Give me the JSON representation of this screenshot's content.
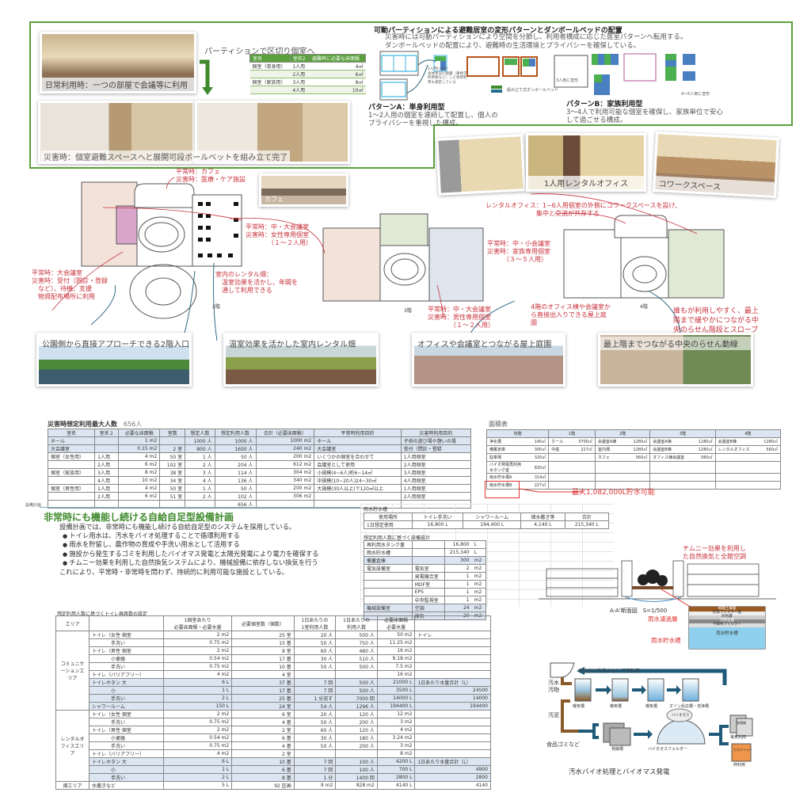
{
  "top": {
    "photo1_caption": "日常利用時：一つの部屋で会議等に利用",
    "photo23_caption": "災害時：個室避難スペースへと展開可段ボールベットを組み立て完了",
    "partition_label": "パーティションで区切り個室へ",
    "room_table": {
      "headers": [
        "室名",
        "室名2",
        "避難時に必要な床面積"
      ],
      "rows": [
        [
          "個室（単身用）",
          "1人用",
          "4㎡"
        ],
        [
          "",
          "2人用",
          "6㎡"
        ],
        [
          "個室（家族用）",
          "3人用",
          "8㎡"
        ],
        [
          "",
          "4人用",
          "10㎡"
        ]
      ]
    },
    "title": "可動パーティションによる避難居室の変形パターンとダンボールベッドの配置",
    "desc": [
      "災害時には可動パーティションにより空間を分節し、利用者構成に応じた居室パターンへ転用する。",
      "ダンボールベッドの配置により、避難時の生活環境とプライバシーを確保している。"
    ],
    "diagram_notes": {
      "a2": "2人用に変形\n身体状況に配慮（車椅子\n利用者など）した専用利\n用も想定している",
      "legend": "組み立て式ダンボールベッド",
      "b3": "3人用に変形",
      "b45": "4～5人用に変形"
    },
    "pattern_a": {
      "title": "パターンA：単身利用型",
      "desc": "1～2人用の個室を連続して配置し、個人の\nプライバシーを重視した構成。"
    },
    "pattern_b": {
      "title": "パターンB：家族利用型",
      "desc": "3～4人で利用可能な個室を確保し、家族単位で安心\nして過ごせる構成。"
    }
  },
  "photos_mid": {
    "office": "1人用レンタルオフィス",
    "cowork": "コワークスペース",
    "cafe": "カフェ"
  },
  "plans": {
    "floor2": "2階",
    "floor3": "3階",
    "floor4": "4階",
    "notes": {
      "cafe": "平常時：カフェ\n災害時：医療・ケア施設",
      "hall": "平常時：大会議室\n災害時：受付（問診・登録\n　など）、待機、支援\n　物資配布場所に利用",
      "farm": "室内のレンタル畑：\n　温室効果を活かし、年間を\n　通して利用できる",
      "women": "平常時：中・大会議室\n災害時：女性専用個室\n　　　　（１～２人用）",
      "family": "平常時：中・小会議室\n災害時：家族専用個室\n　　　（３～５人用）",
      "men": "平常時：中・大会議室\n災害時：男性専用個室\n　　　　（１～２人用）",
      "rental": "レンタルオフィス：1~6人用個室の外側にコワークスペースを設け、\n　　　　　　　　集中と交流が共存する",
      "roof": "4階のオフィス棟や会議室か\nら直接出入りできる屋上庭\n園",
      "stair": "誰もが利用しやすく、最上\n階まで緩やかにつながる中\n央のらせん階段とスロープ"
    }
  },
  "photos_row": [
    "公園側から直接アプローチできる2階入口",
    "温室効果を活かした室内レンタル畑",
    "オフィスや会議室とつながる屋上庭園",
    "最上階までつながる中央のらせん動線"
  ],
  "capacity": {
    "title": "災害時想定利用最大人数",
    "total_label": "656人",
    "headers": [
      "室名",
      "室名２",
      "必要な床面積",
      "室数",
      "想定人数",
      "想定利用人数",
      "合計（必要床面積）",
      "平常時利用目的",
      "災害時利用目的"
    ],
    "rows": [
      [
        "ホール",
        "",
        "1 m2",
        "",
        "1000 人",
        "1000 人",
        "1000 m2",
        "ホール",
        "子供の遊び場や憩いの場"
      ],
      [
        "大会議室",
        "",
        "0.15 m2",
        "2 室",
        "800 人",
        "1600 人",
        "240 m2",
        "大会議室",
        "受付（問診・登録"
      ],
      [
        "個室（女性用）",
        "1人用",
        "4 m2",
        "50 室",
        "1 人",
        "50 人",
        "200 m2",
        "いくつかの個室を合わせて",
        "1人用個室"
      ],
      [
        "",
        "2人用",
        "6 m2",
        "102 室",
        "2 人",
        "204 人",
        "612 m2",
        "会議室として使用",
        "2人用個室"
      ],
      [
        "個室（家族用）",
        "3人用",
        "8 m2",
        "38 室",
        "3 人",
        "114 人",
        "304 m2",
        "小規模(4~6人)約6~14㎡",
        "3人用個室"
      ],
      [
        "",
        "4人用",
        "10 m2",
        "34 室",
        "4 人",
        "136 人",
        "340 m2",
        "中規模(10~20人)24~30㎡",
        "4人用個室"
      ],
      [
        "個室（男性用）",
        "1人用",
        "4 m2",
        "50 室",
        "1 人",
        "50 人",
        "200 m2",
        "大規模(30人以上)で120㎡以上",
        "1人用個室"
      ],
      [
        "",
        "2人用",
        "6 m2",
        "51 室",
        "2 人",
        "102 人",
        "306 m2",
        "",
        "2人用個室"
      ]
    ],
    "sum": "656 人"
  },
  "area": {
    "title": "面積表",
    "floors": [
      "地階",
      "1階",
      "2階",
      "3階",
      "4階"
    ],
    "rows": [
      [
        "浄化槽",
        "140㎡",
        "ホール",
        "3700㎡",
        "会議室A棟",
        "1280㎡",
        "会議室A棟",
        "1280㎡",
        "会議室B棟",
        "1280㎡"
      ],
      [
        "備蓄倉庫",
        "300㎡",
        "中庭",
        "227㎡",
        "室内畑",
        "1280㎡",
        "会議室B棟",
        "1280㎡",
        "レンタルオフィス",
        "560㎡"
      ],
      [
        "駐車場",
        "320㎡",
        "",
        "",
        "カフェ",
        "560㎡",
        "オフィス棟会議室",
        "560㎡",
        "",
        ""
      ],
      [
        "バイオ発電再利用水タンク室",
        "820㎡",
        "",
        "",
        "",
        "",
        "",
        "",
        "",
        ""
      ],
      [
        "雨水貯水槽A",
        "314㎡",
        "",
        "",
        "",
        "",
        "",
        "",
        "",
        ""
      ],
      [
        "雨水貯水槽B",
        "227㎡",
        "",
        "",
        "",
        "",
        "",
        "",
        "",
        ""
      ]
    ],
    "note": "最大1,082,000L貯水可能"
  },
  "equip": {
    "small_label": "設備計画",
    "title": "非常時にも機能し続ける自給自足型設備計画",
    "intro": "設備計画では、非常時にも機能し続ける自給自足型のシステムを採用している。",
    "bullets": [
      "トイレ用水は、汚水をバイオ処理することで循環利用する",
      "雨水を貯留し、農作物の育成や手洗い用水として活用する",
      "施設から発生するゴミを利用したバイオマス発電と太陽光発電により電力を確保する",
      "チムニー効果を利用した自然換気システムにより、機械設備に依存しない換気を行う"
    ],
    "outro": "これにより、平常時・非常時を問わず、持続的に利用可能な施設としている。"
  },
  "rain": {
    "title": "雨水貯水槽",
    "headers": [
      "使用場所",
      "トイレ手洗い",
      "シャワールーム",
      "畑水撒き等",
      "合計"
    ],
    "row": [
      "1日想定使用",
      "16,800 L",
      "194,400 L",
      "4,140 L",
      "215,340 L"
    ]
  },
  "facility": {
    "title": "想定利用人数に基づく設備設計",
    "rows": [
      [
        "再利用水タンク量",
        "",
        "16,800",
        "L"
      ],
      [
        "雨水貯水槽",
        "",
        "215,340",
        "L"
      ],
      [
        "備蓄倉庫",
        "",
        "300",
        "m2"
      ],
      [
        "電気設備室",
        "電気室",
        "2",
        "m2"
      ],
      [
        "",
        "発電機合室",
        "1",
        "m2"
      ],
      [
        "",
        "MDF室",
        "1",
        "m2"
      ],
      [
        "",
        "EPS",
        "1",
        "m2"
      ],
      [
        "",
        "中央監視室",
        "1",
        "m2"
      ],
      [
        "機械設備室",
        "空調",
        "24",
        "m2"
      ],
      [
        "",
        "換気",
        "20",
        "m2"
      ]
    ]
  },
  "toilet": {
    "title": "想定利用人数に基づくトイレ器具数の設定",
    "headers": [
      "エリア",
      "",
      "1個室あたり\n必要床面積・必要水量",
      "必要個室数（個数）",
      "1日あたりの\n1室利用人数",
      "1日あたりの\n利用人数",
      "必要床面積\n必要水量",
      ""
    ],
    "areas": [
      "コミュニケーションエリア",
      "レンタルオフィスエリア",
      "畑エリア"
    ],
    "comm": [
      [
        "トイレ（女性 個室",
        "2 m2",
        "25 室",
        "20 人",
        "500 人",
        "50 m2",
        "トイレ"
      ],
      [
        "　　　　手洗い",
        "0.75 m2",
        "15 基",
        "50 人",
        "750 人",
        "11.25 m2",
        ""
      ],
      [
        "トイレ（男性 個室",
        "2 m2",
        "8 室",
        "60 人",
        "480 人",
        "16 m2",
        ""
      ],
      [
        "　　　　小便器",
        "0.54 m2",
        "17 基",
        "30 人",
        "510 人",
        "9.18 m2",
        ""
      ],
      [
        "　　　　手洗い",
        "0.75 m2",
        "10 基",
        "50 人",
        "500 人",
        "7.5 m2",
        ""
      ],
      [
        "トイレ（バリアフリー）",
        "4 m2",
        "4 室",
        "",
        "",
        "16 m2",
        ""
      ],
      [
        "トイレホタン 大",
        "6 L",
        "37 基",
        "7 回",
        "500 人",
        "21000 L",
        "1日あたり水量合計（L）"
      ],
      [
        "　　　　小",
        "1 L",
        "17 基",
        "7 回",
        "500 人",
        "3500 L",
        "24500"
      ],
      [
        "　　　　手洗い",
        "2 L",
        "25 基",
        "1 分流す",
        "7000 回",
        "14000 L",
        "14000"
      ],
      [
        "シャワールーム",
        "150 L",
        "24 室",
        "54 人",
        "1296 人",
        "194400 L",
        "194400"
      ]
    ],
    "rental": [
      [
        "トイレ（女性 個室",
        "2 m2",
        "6 室",
        "20 人",
        "120 人",
        "12 m2",
        ""
      ],
      [
        "　　　　手洗い",
        "0.75 m2",
        "4 基",
        "50 人",
        "200 人",
        "3 m2",
        ""
      ],
      [
        "トイレ（男性 個室",
        "2 m2",
        "2 室",
        "60 人",
        "120 人",
        "4 m2",
        ""
      ],
      [
        "　　　　小便器",
        "0.54 m2",
        "6 基",
        "30 人",
        "180 人",
        "3.24 m2",
        ""
      ],
      [
        "　　　　手洗い",
        "0.75 m2",
        "4 基",
        "50 人",
        "200 人",
        "3 m2",
        ""
      ],
      [
        "トイレ（バリアフリー）",
        "4 m2",
        "2 室",
        "",
        "",
        "8 m2",
        ""
      ],
      [
        "トイレホタン 大",
        "6 L",
        "10 基",
        "7 回",
        "100 人",
        "4200 L",
        "1日あたり水量合計（L）"
      ],
      [
        "　　　　小",
        "1 L",
        "6 基",
        "7 回",
        "100 人",
        "700 L",
        "4900"
      ],
      [
        "　　　　手洗い",
        "2 L",
        "8 基",
        "1 分",
        "1400 回",
        "2800 L",
        "2800"
      ]
    ],
    "farm": [
      "水撒きなど",
      "5 L",
      "92 区画",
      "9 m2",
      "828 m2",
      "4140 L",
      "4140"
    ]
  },
  "section": {
    "chimney": "チムニー効果を利用し\nた自然換気と全館空調",
    "label": "A-A'断面図　S=1/500",
    "filter_layer": "雨水濾過層",
    "tank_layer": "雨水貯水槽",
    "layers": [
      "植栽土壌層",
      "砂質フィルター層",
      "砕利層",
      "活性炭層",
      "不織布フィルター"
    ],
    "tank_inner": "雨水貯水槽"
  },
  "bio": {
    "reuse": "再生水で洗浄水として再利用",
    "sewage": "汚水\n汚物",
    "sludge": "汚泥",
    "food": "食品ゴミなど",
    "tanks": [
      "曝気槽",
      "曝気槽",
      "曝気槽",
      "オゾン反応槽・洗浄槽"
    ],
    "ferment": "発酵槽",
    "holder": "バイオガスフォルダー",
    "gas": "バイオガス",
    "gen": "発電機",
    "elec": "電気利用",
    "boiler": "ガスボイラー",
    "heat": "熱利用",
    "caption": "汚水バイオ処理とバイオマス発電"
  },
  "colors": {
    "green": "#4f9a3a",
    "red": "#c8323c",
    "blue": "#dce6f2",
    "teal": "#1f5a78"
  }
}
